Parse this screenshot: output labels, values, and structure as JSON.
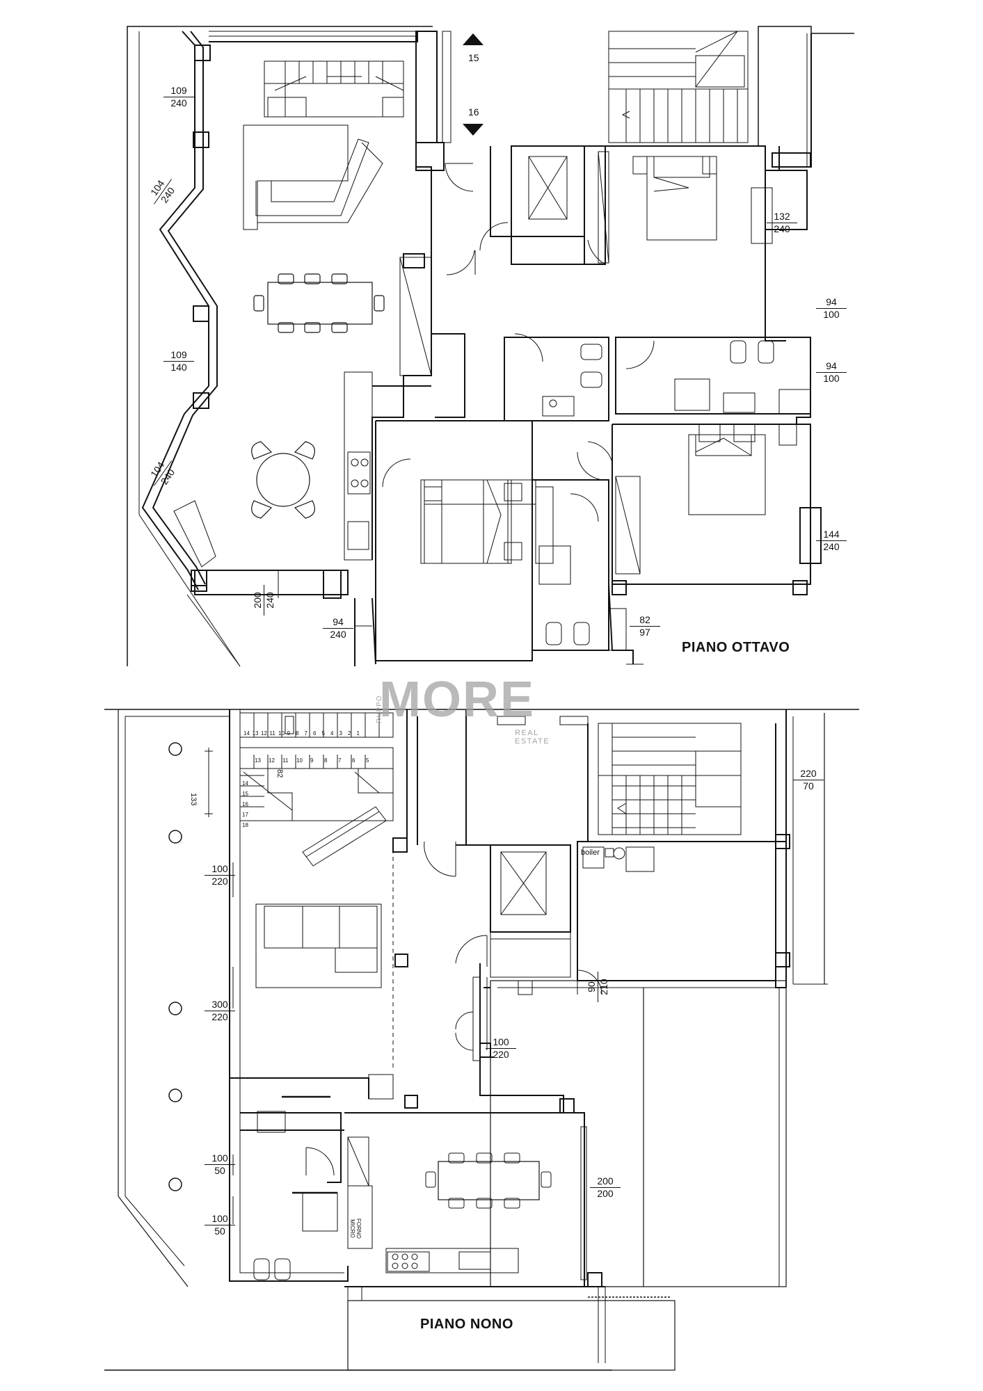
{
  "plans": {
    "upper": {
      "title": "PIANO OTTAVO",
      "stair_markers": {
        "up": "15",
        "down": "16"
      },
      "openings": [
        {
          "id": "w1",
          "num": "109",
          "den": "240"
        },
        {
          "id": "w2",
          "num": "104",
          "den": "240"
        },
        {
          "id": "w3",
          "num": "109",
          "den": "140"
        },
        {
          "id": "w4",
          "num": "104",
          "den": "240"
        },
        {
          "id": "w5",
          "num": "200",
          "den": "240"
        },
        {
          "id": "w6",
          "num": "94",
          "den": "240"
        },
        {
          "id": "w7",
          "num": "132",
          "den": "240"
        },
        {
          "id": "w8",
          "num": "94",
          "den": "100"
        },
        {
          "id": "w9",
          "num": "94",
          "den": "100"
        },
        {
          "id": "w10",
          "num": "144",
          "den": "240"
        },
        {
          "id": "w11",
          "num": "82",
          "den": "97"
        }
      ]
    },
    "lower": {
      "title": "PIANO NONO",
      "labels": {
        "boiler": "boiler",
        "forno": "FORNO",
        "micro": "MICRO"
      },
      "misc_dims": {
        "terrace_width": "133",
        "stair_width": "82"
      },
      "openings": [
        {
          "id": "n1",
          "num": "100",
          "den": "220"
        },
        {
          "id": "n2",
          "num": "300",
          "den": "220"
        },
        {
          "id": "n3",
          "num": "100",
          "den": "50"
        },
        {
          "id": "n4",
          "num": "100",
          "den": "50"
        },
        {
          "id": "n5",
          "num": "220",
          "den": "70"
        },
        {
          "id": "n6",
          "num": "90",
          "den": "210"
        },
        {
          "id": "n7",
          "num": "100",
          "den": "220"
        },
        {
          "id": "n8",
          "num": "200",
          "den": "200"
        }
      ],
      "stair_steps_top": [
        "14",
        "13",
        "12",
        "11",
        "10",
        "9",
        "8",
        "7",
        "6",
        "5",
        "4",
        "3",
        "2",
        "1"
      ],
      "stair_steps_inner": [
        "13",
        "12",
        "11",
        "10",
        "9",
        "8",
        "7",
        "6",
        "5"
      ],
      "stair_steps_side": [
        "14",
        "15",
        "16",
        "17",
        "18"
      ]
    }
  },
  "watermark": {
    "brand": "MORE",
    "sub": "REAL ESTATE",
    "vertical": "RUPPO"
  }
}
